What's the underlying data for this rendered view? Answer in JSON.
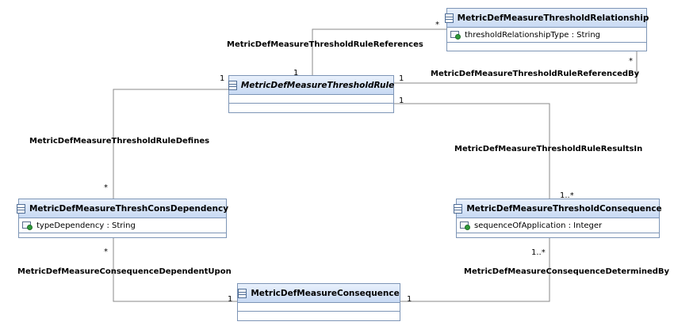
{
  "classes": {
    "relationship": {
      "name": "MetricDefMeasureThresholdRelationship",
      "attributes": [
        "thresholdRelationshipType : String"
      ]
    },
    "rule": {
      "name": "MetricDefMeasureThresholdRule",
      "abstract": true,
      "attributes": []
    },
    "dependency": {
      "name": "MetricDefMeasureThreshConsDependency",
      "attributes": [
        "typeDependency : String"
      ]
    },
    "consequence": {
      "name": "MetricDefMeasureThresholdConsequence",
      "attributes": [
        "sequenceOfApplication : Integer"
      ]
    },
    "base_consequence": {
      "name": "MetricDefMeasureConsequence",
      "attributes": []
    }
  },
  "associations": {
    "rule_references": {
      "label": "MetricDefMeasureThresholdRuleReferences",
      "source_multiplicity": "1",
      "target_multiplicity": "*"
    },
    "rule_referenced_by": {
      "label": "MetricDefMeasureThresholdRuleReferencedBy",
      "source_multiplicity": "1",
      "target_multiplicity": "*"
    },
    "rule_defines": {
      "label": "MetricDefMeasureThresholdRuleDefines",
      "source_multiplicity": "1",
      "target_multiplicity": "*"
    },
    "rule_results_in": {
      "label": "MetricDefMeasureThresholdRuleResultsIn",
      "source_multiplicity": "1",
      "target_multiplicity": "1..*"
    },
    "dependent_upon": {
      "label": "MetricDefMeasureConsequenceDependentUpon",
      "source_multiplicity": "*",
      "target_multiplicity": "1"
    },
    "determined_by": {
      "label": "MetricDefMeasureConsequenceDeterminedBy",
      "source_multiplicity": "1..*",
      "target_multiplicity": "1"
    }
  },
  "colors": {
    "class_border": "#7d95b6",
    "class_header_top": "#e9f1fc",
    "class_header_bottom": "#c8daf3",
    "connector": "#8a8a8a"
  }
}
